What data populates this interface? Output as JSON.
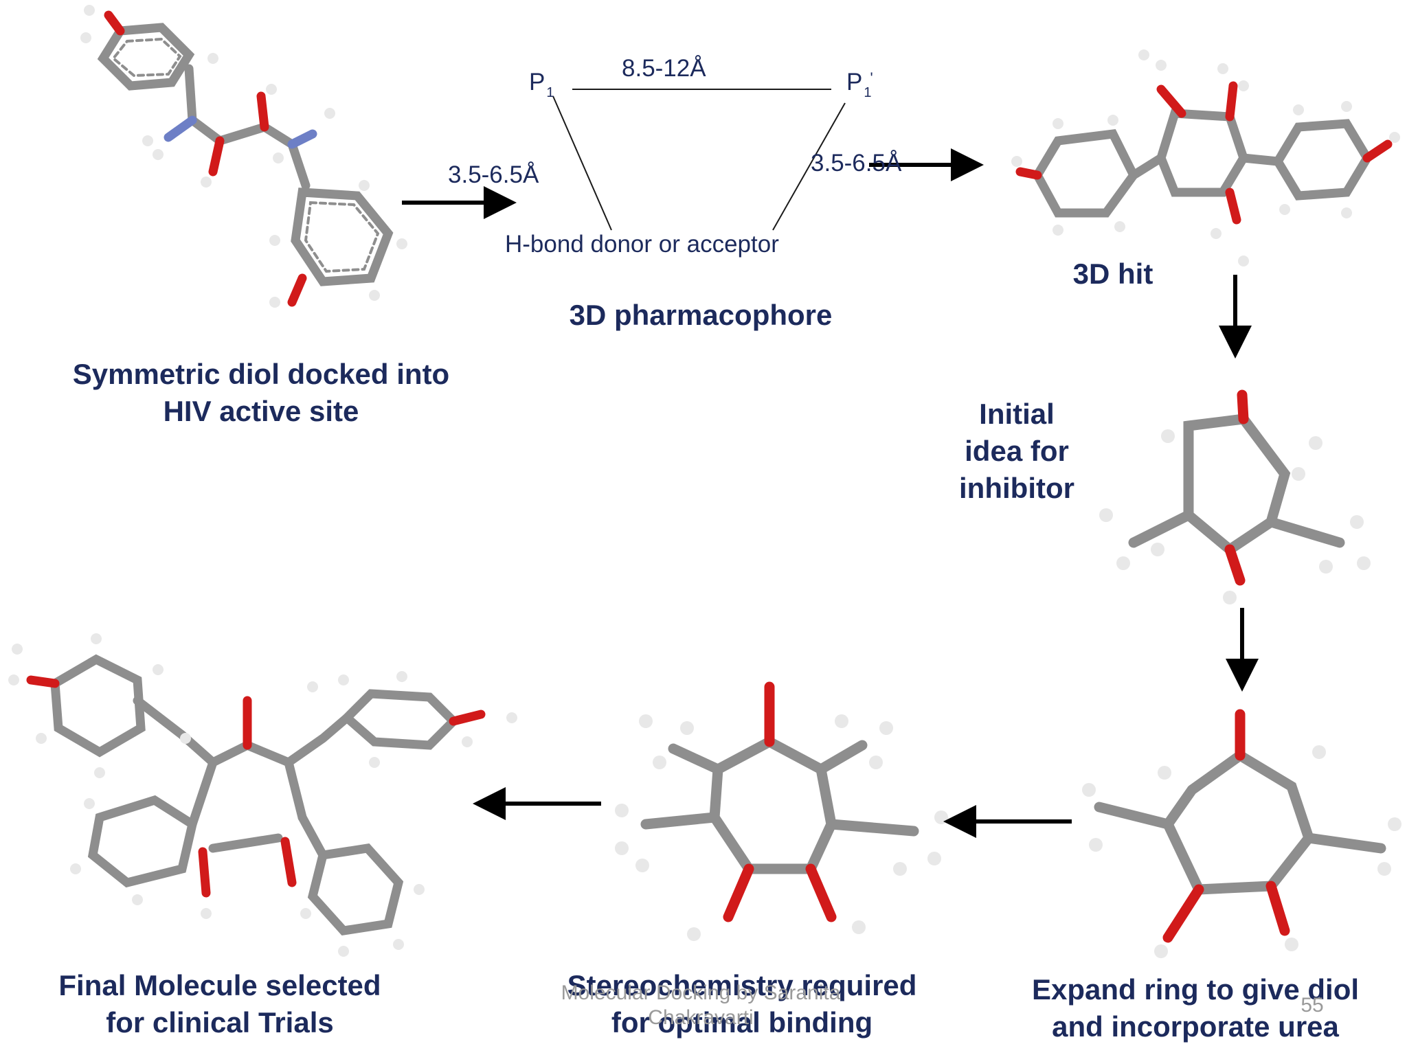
{
  "pharmacophore": {
    "p1": "P",
    "p1_sub": "1",
    "p1prime": "P",
    "p1prime_sub": "1",
    "p1prime_mark": "'",
    "distance_top": "8.5-12Å",
    "distance_left": "3.5-6.5Å",
    "distance_right": "3.5-6.5Å",
    "donor_label": "H-bond donor or acceptor"
  },
  "captions": {
    "symmetric_diol_line1": "Symmetric diol docked into",
    "symmetric_diol_line2": "HIV active site",
    "pharmacophore": "3D pharmacophore",
    "hit": "3D hit",
    "initial_line1": "Initial",
    "initial_line2": "idea for",
    "initial_line3": "inhibitor",
    "expand_line1": "Expand ring to give diol",
    "expand_line2": "and incorporate urea",
    "stereo_line1": "Stereochemistry required",
    "stereo_line2": "for optimal binding",
    "final_line1": "Final Molecule selected",
    "final_line2": "for clinical Trials"
  },
  "footer": {
    "credit_line1": "Molecular Docking by Saranita",
    "credit_line2": "Chakravarti",
    "page_number": "55"
  },
  "colors": {
    "text": "#1c2a5c",
    "bond": "#8e8e8e",
    "oxygen": "#d11a1a",
    "nitrogen": "#6d7fc6",
    "hydrogen": "#e4e4e4",
    "arrow": "#000000"
  }
}
